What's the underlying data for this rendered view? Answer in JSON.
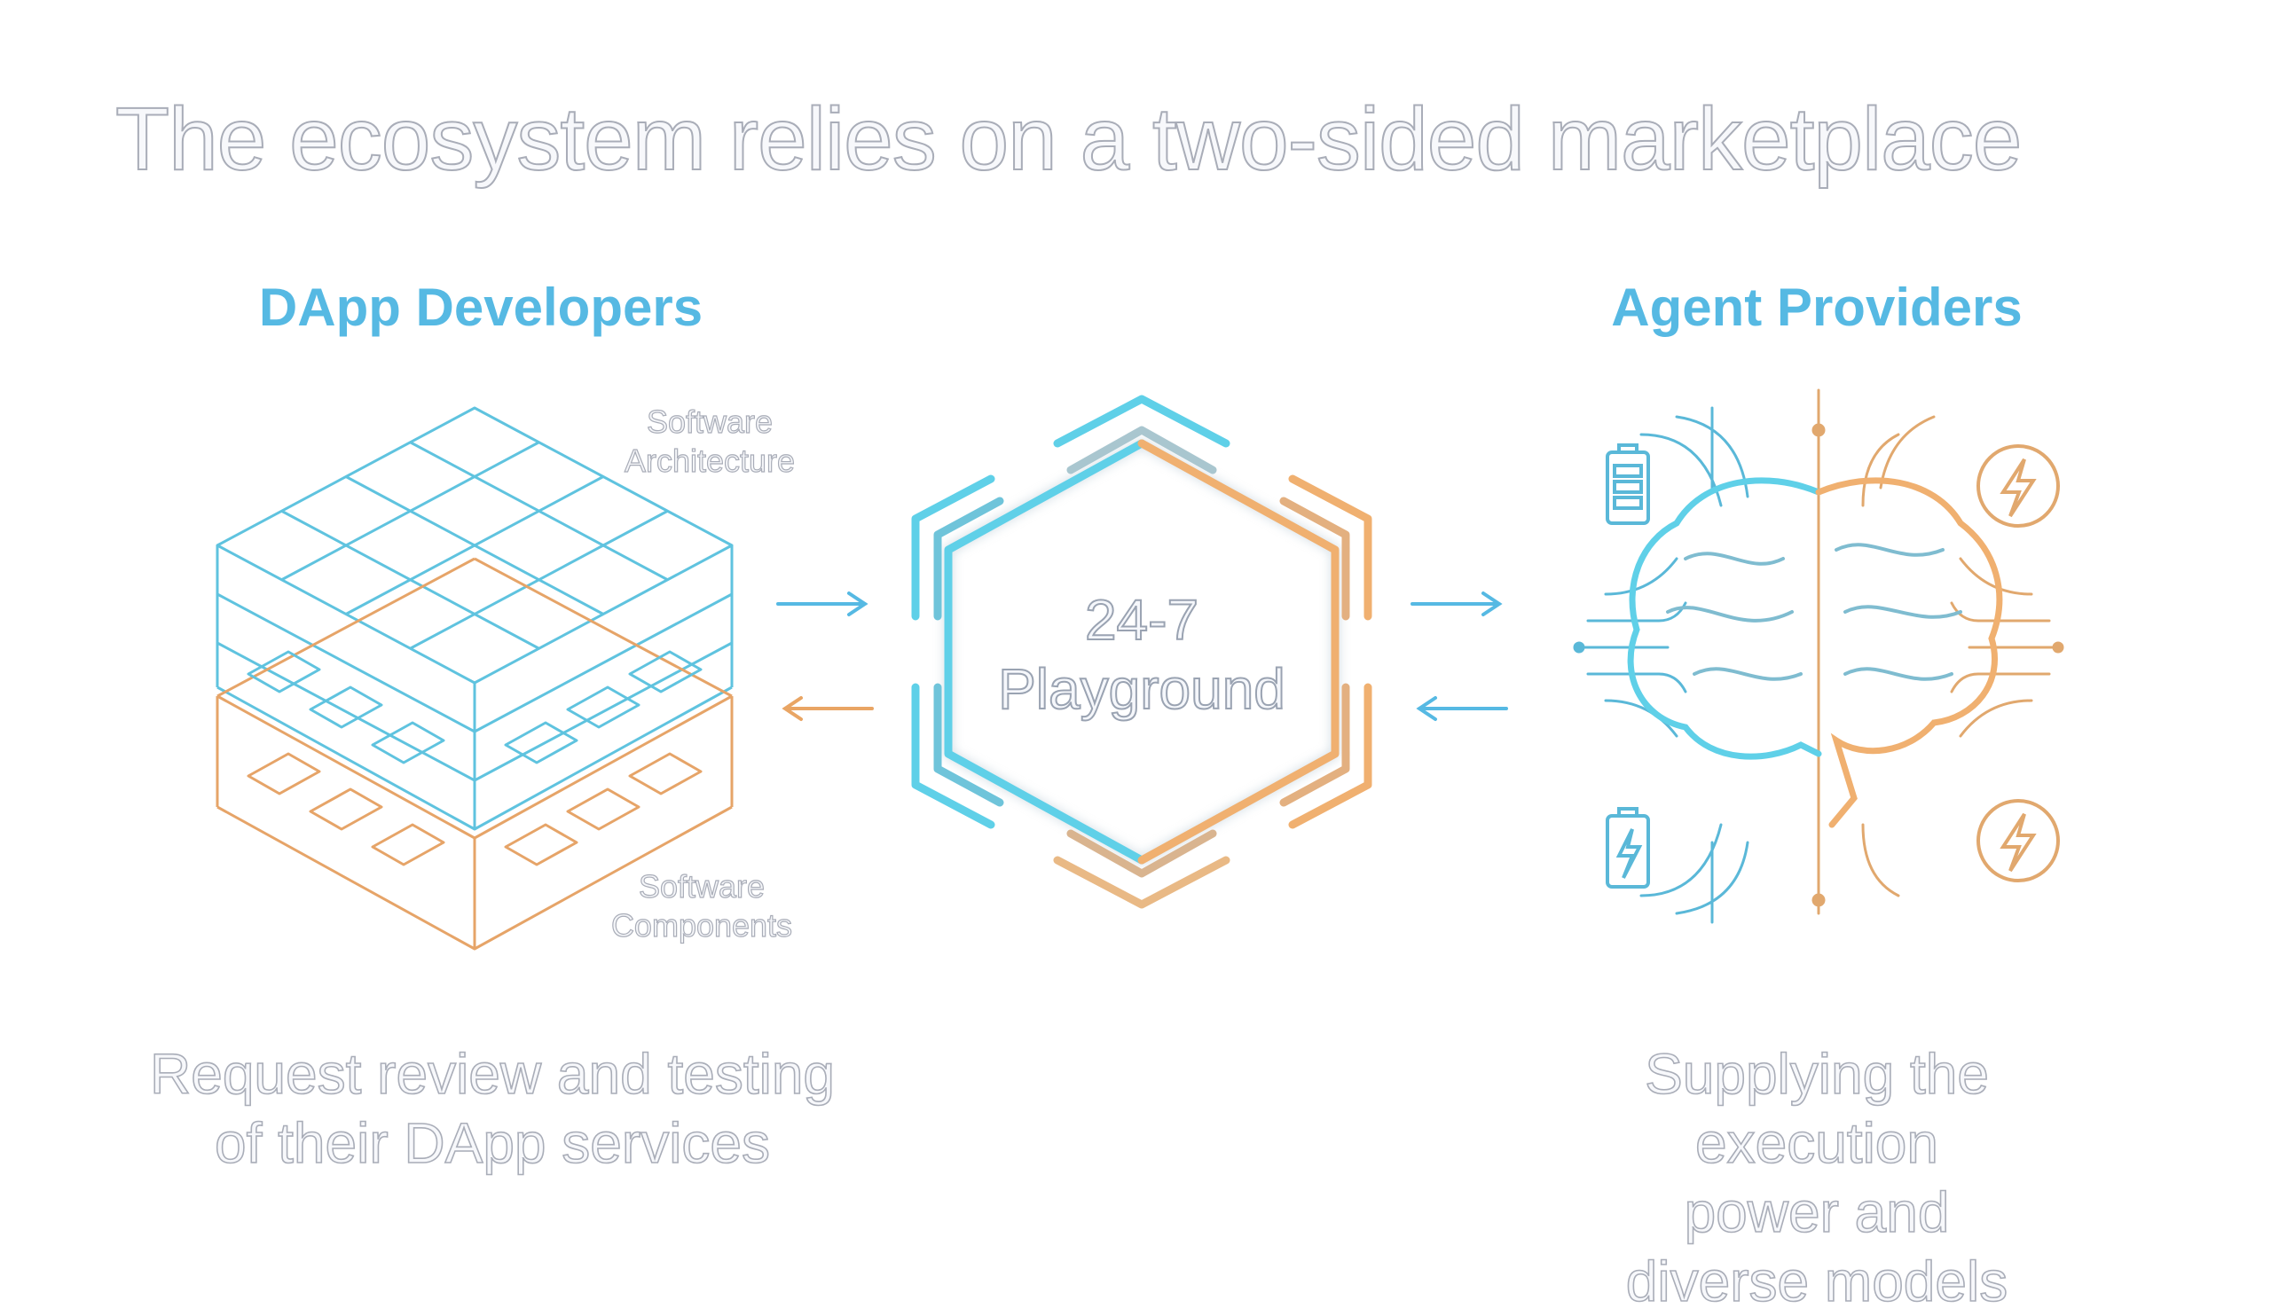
{
  "title": "The ecosystem relies on a two-sided marketplace",
  "left": {
    "heading": "DApp Developers",
    "label_top": [
      "Software",
      "Architecture"
    ],
    "label_bottom": [
      "Software",
      "Components"
    ],
    "caption": [
      "Request review and testing",
      "of their DApp services"
    ]
  },
  "center": {
    "line1": "24-7",
    "line2": "Playground"
  },
  "right": {
    "heading": "Agent Providers",
    "caption": [
      "Supplying the execution",
      "power and diverse models"
    ]
  },
  "colors": {
    "blue": "#56b9e3",
    "orange": "#e9a564",
    "outline_gray": "#a9adb8"
  },
  "icons": [
    "layered-cube-icon",
    "hexagon-icon",
    "brain-circuit-icon",
    "battery-icon",
    "charging-battery-icon",
    "lightning-bolt-icon",
    "arrow-right-icon",
    "arrow-left-icon"
  ]
}
